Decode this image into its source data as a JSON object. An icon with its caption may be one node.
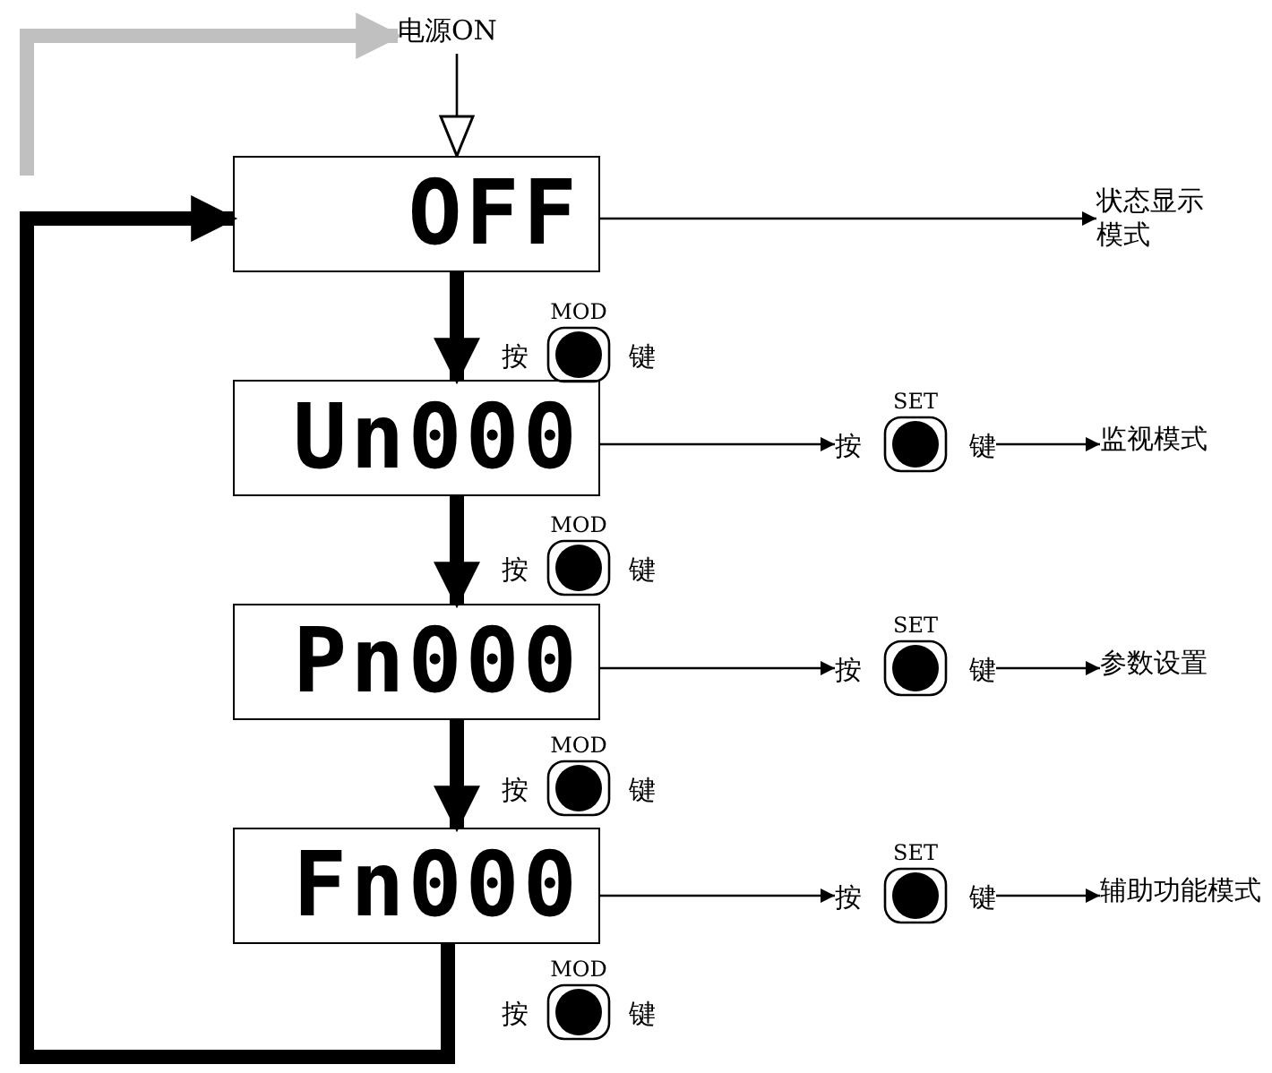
{
  "diagram": {
    "nodes": [
      {
        "text": [
          "电源ON"
        ]
      },
      {
        "text": [
          "OFF"
        ]
      },
      {
        "text": [
          "状态显示模式"
        ]
      },
      {
        "text": [
          "MOD"
        ],
        "beside": [
          "按",
          "键"
        ]
      },
      {
        "text": [
          "Un000"
        ]
      },
      {
        "text": [
          "SET"
        ],
        "beside": [
          "按",
          "键"
        ]
      },
      {
        "text": [
          "监视模式"
        ]
      },
      {
        "text": [
          "MOD"
        ],
        "beside": [
          "按",
          "键"
        ]
      },
      {
        "text": [
          "Pn000"
        ]
      },
      {
        "text": [
          "SET"
        ],
        "beside": [
          "按",
          "键"
        ]
      },
      {
        "text": [
          "参数设置"
        ]
      },
      {
        "text": [
          "MOD"
        ],
        "beside": [
          "按",
          "键"
        ]
      },
      {
        "text": [
          "Fn000"
        ]
      },
      {
        "text": [
          "SET"
        ],
        "beside": [
          "按",
          "键"
        ]
      },
      {
        "text": [
          "辅助功能模式"
        ]
      },
      {
        "text": [
          "MOD"
        ],
        "beside": [
          "按",
          "键"
        ]
      }
    ],
    "edges": [
      {
        "from": null,
        "to": 0,
        "arrow": "to",
        "style": "thick",
        "color": "#c0c0c0"
      },
      {
        "from": 0,
        "to": 1,
        "arrow": "to"
      },
      {
        "from": 1,
        "to": 2,
        "arrow": "to"
      },
      {
        "from": 1,
        "to": 4,
        "arrow": "to",
        "style": "thick"
      },
      {
        "from": 4,
        "to": 5,
        "arrow": "to"
      },
      {
        "from": 5,
        "to": 6,
        "arrow": "to"
      },
      {
        "from": 4,
        "to": 8,
        "arrow": "to",
        "style": "thick"
      },
      {
        "from": 8,
        "to": 9,
        "arrow": "to"
      },
      {
        "from": 9,
        "to": 10,
        "arrow": "to"
      },
      {
        "from": 8,
        "to": 12,
        "arrow": "to",
        "style": "thick"
      },
      {
        "from": 12,
        "to": 13,
        "arrow": "to"
      },
      {
        "from": 13,
        "to": 14,
        "arrow": "to"
      },
      {
        "from": 12,
        "to": 1,
        "arrow": "to",
        "style": "thick"
      }
    ]
  }
}
